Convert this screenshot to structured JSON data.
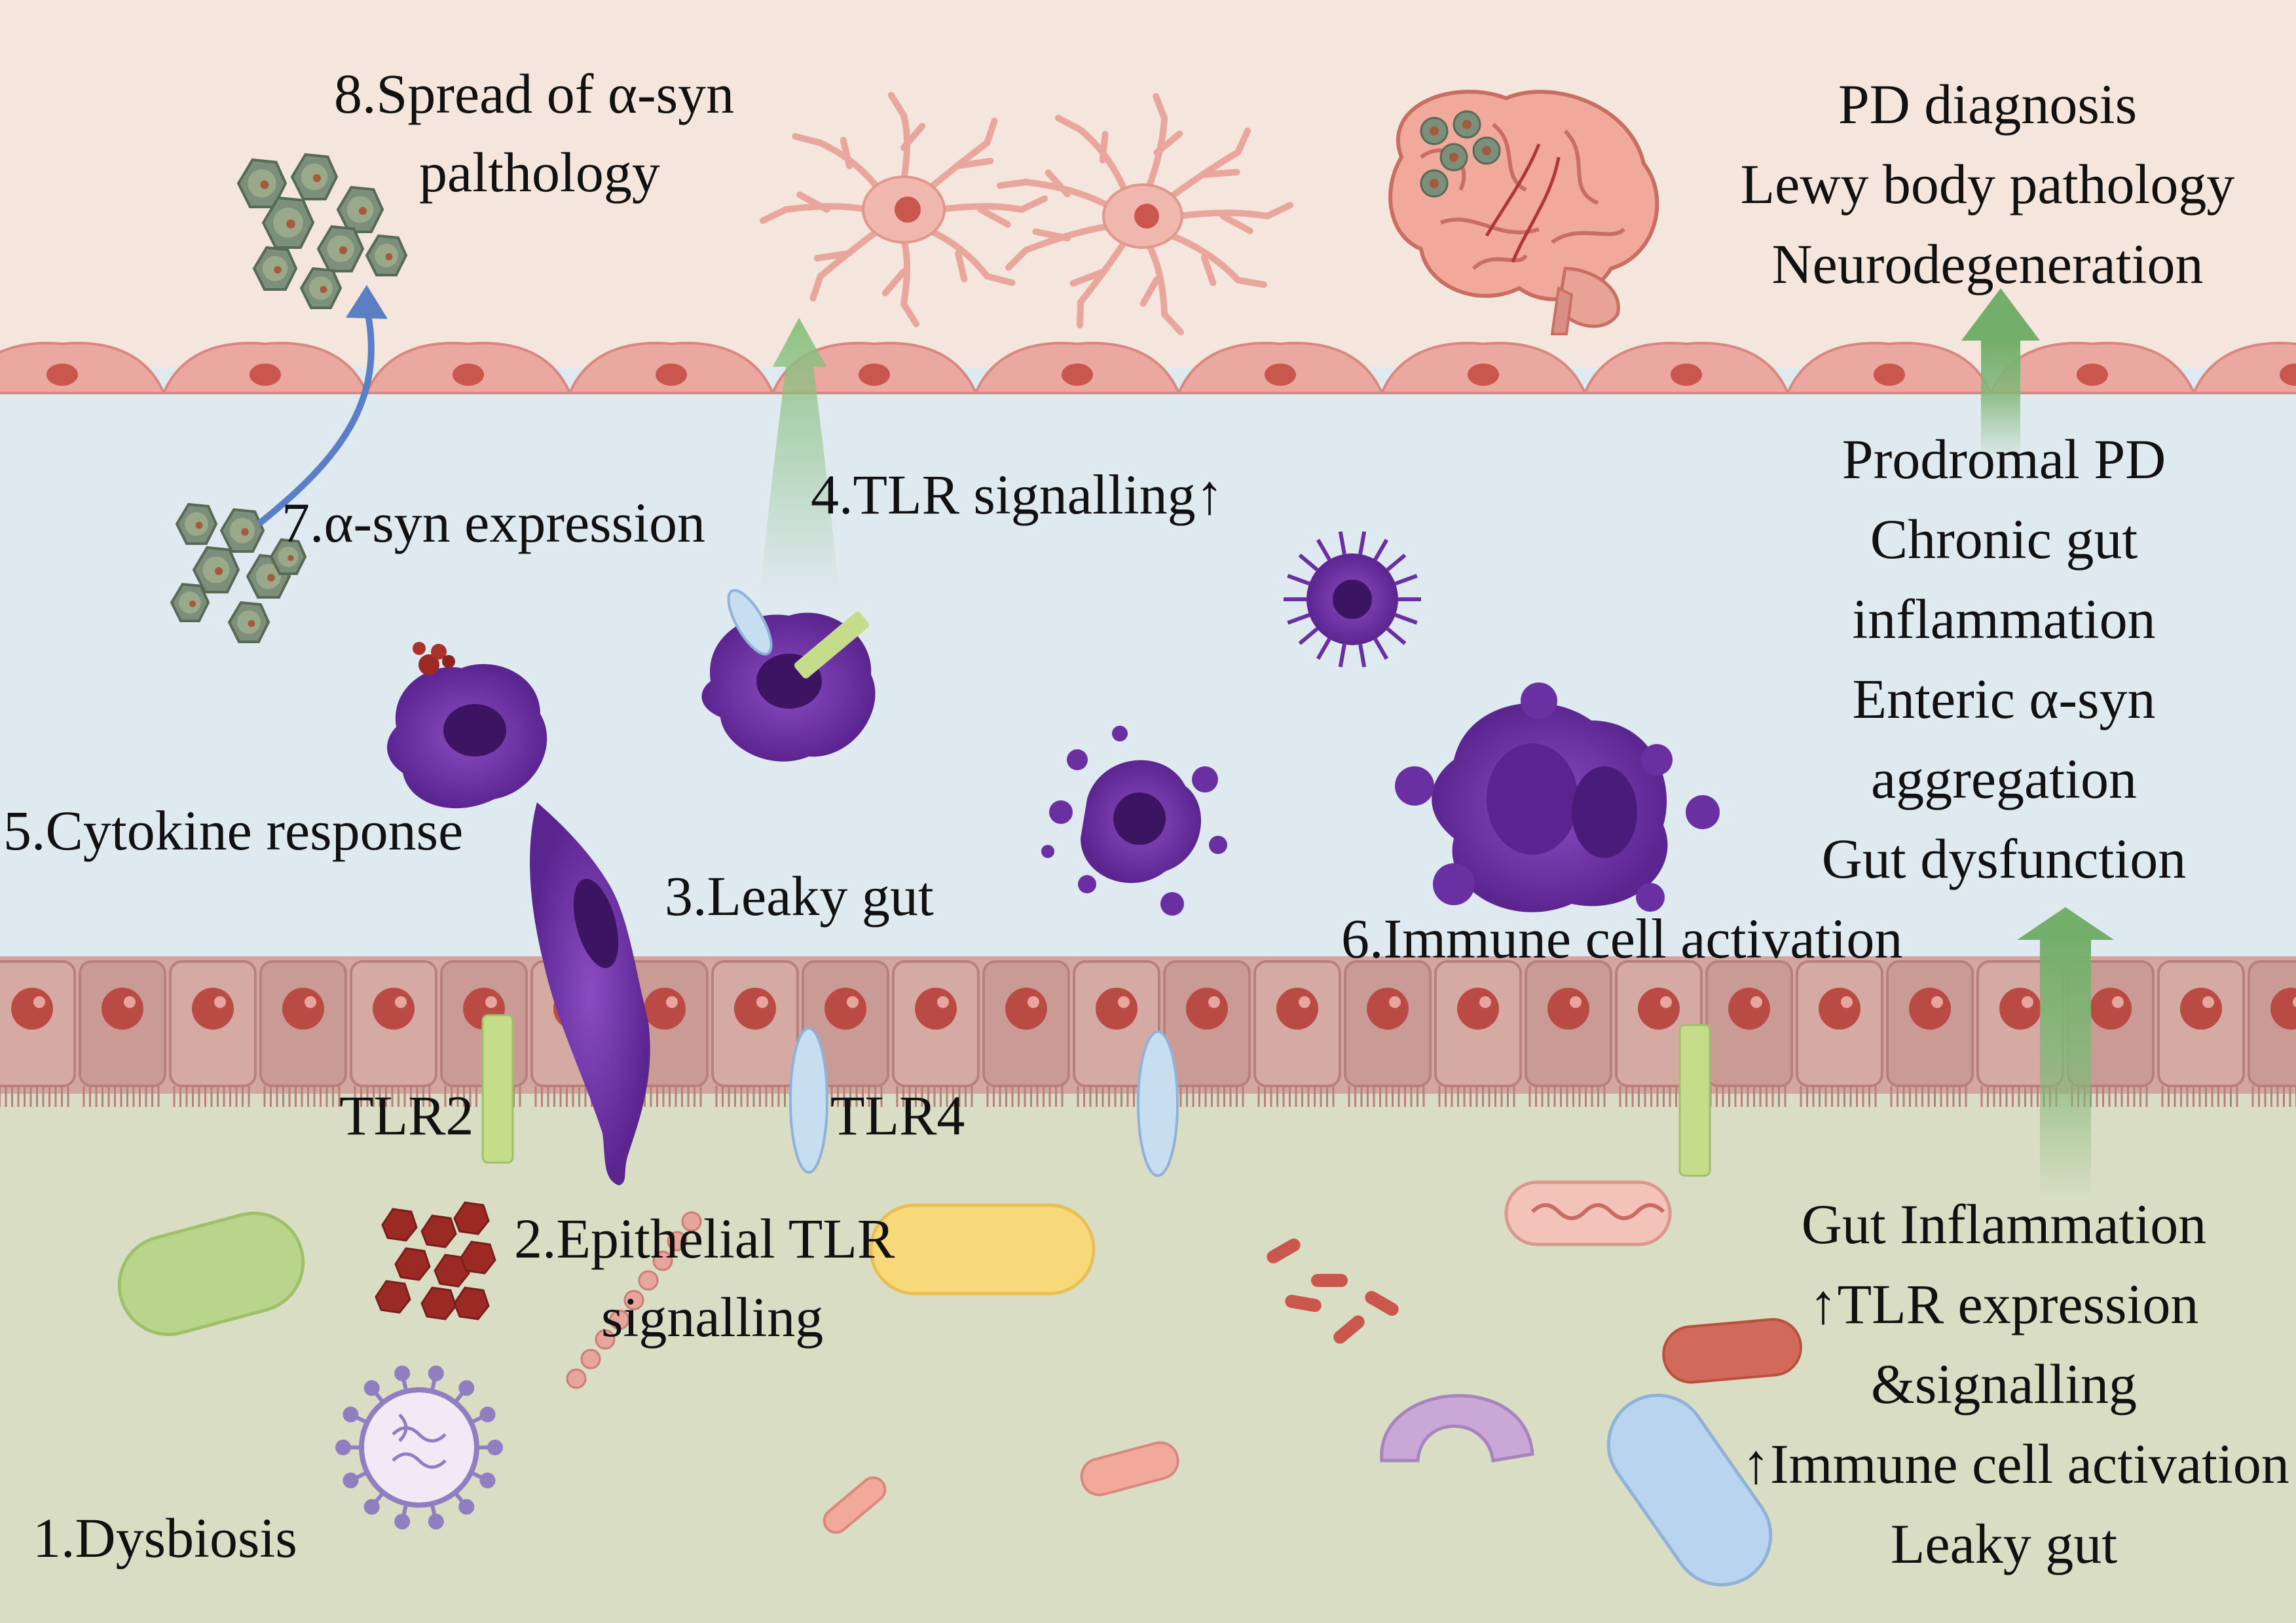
{
  "colors": {
    "brain_region": "#f5e6dd",
    "blood_region": "#dfe9f0",
    "lumen_region": "#d9ddc4",
    "endothelium": "#eaa8a0",
    "epithelium": "#cfa49e",
    "immune_cell": "#6a2fa0",
    "alpha_syn": "#7c8f7b",
    "arrow_green": "#82b879",
    "arrow_blue": "#5b7fc4"
  },
  "brain": {
    "step8_line1": "8.Spread of α-syn",
    "step8_line2": "palthology",
    "outcomes": [
      "PD diagnosis",
      "Lewy body pathology",
      "Neurodegeneration"
    ]
  },
  "blood": {
    "step7": "7.α-syn expression",
    "step4": "4.TLR signalling↑",
    "step5": "5.Cytokine response",
    "step3": "3.Leaky gut",
    "step6": "6.Immune cell activation",
    "prodromal": [
      "Prodromal PD",
      "Chronic gut",
      "inflammation",
      "Enteric α-syn",
      "aggregation",
      "Gut dysfunction"
    ]
  },
  "gut": {
    "tlr2": "TLR2",
    "tlr4": "TLR4",
    "step2_line1": "2.Epithelial TLR",
    "step2_line2": "signalling",
    "step1": "1.Dysbiosis",
    "inflammation": [
      "Gut Inflammation",
      "↑TLR expression",
      "&signalling",
      "↑Immune cell activation",
      "Leaky gut"
    ]
  }
}
